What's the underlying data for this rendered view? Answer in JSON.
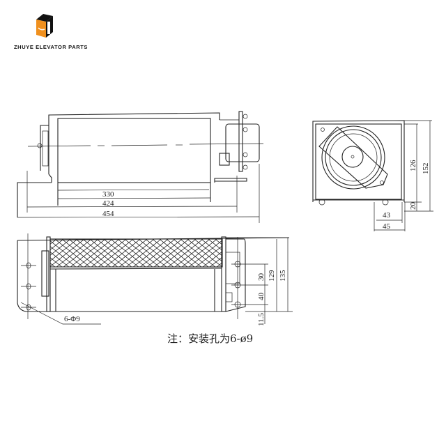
{
  "brand": {
    "name": "ZHUYE ELEVATOR PARTS",
    "colors": {
      "orange": "#f0901e",
      "black": "#111111"
    }
  },
  "top_view": {
    "dims": {
      "d330": "330",
      "d424": "424",
      "d454": "454"
    }
  },
  "side_view": {
    "dims": {
      "d126": "126",
      "d152": "152",
      "d20": "20",
      "d43": "43",
      "d45": "45"
    }
  },
  "bottom_view": {
    "dims": {
      "d30": "30",
      "d40": "40",
      "d129": "129",
      "d135": "135",
      "d11_5": "11.5"
    },
    "hole_label": "6-Φ9"
  },
  "note": "注：安装孔为6-ø9"
}
